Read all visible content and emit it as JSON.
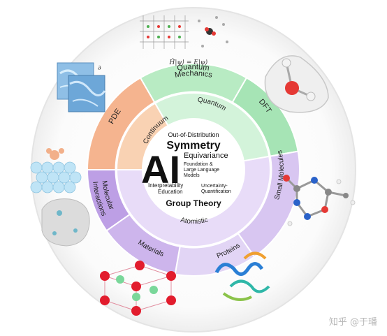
{
  "center": {
    "ai": "AI",
    "symmetry": "Symmetry",
    "ood": "Out-of-Distribution",
    "equivariance": "Equivariance",
    "foundation": [
      "Foundation &",
      "Large Language",
      "Models"
    ],
    "uncertainty": [
      "Uncertainty-",
      "Quantification"
    ],
    "interpretability": "Interpretability",
    "education": "Education",
    "group_theory": "Group Theory"
  },
  "inner_ring": {
    "continuum": "Continuum",
    "quantum": "Quantum",
    "atomistic": "Atomistic"
  },
  "outer_ring": {
    "pde": "PDE",
    "quantum_mechanics": [
      "Quantum",
      "Mechanics"
    ],
    "dft": "DFT",
    "small_molecules": "Small Molecules",
    "proteins": "Proteins",
    "materials": "Materials",
    "molecular_interactions": [
      "Molecular",
      "Interactions"
    ]
  },
  "equation": "Ĥ|ψ⟩ = E|ψ⟩",
  "pde_partial": "∂",
  "watermark": "知乎 @于璠",
  "colors": {
    "pde": "#f5b48f",
    "continuum": "#f9d2b3",
    "quantum_mechanics": "#b8ebc3",
    "quantum": "#d3f3da",
    "dft": "#a6e4b5",
    "small_molecules": "#d8c6f1",
    "proteins": "#e2d5f5",
    "materials": "#cdb5ec",
    "atomistic": "#e8dcf8",
    "molecular_interactions": "#bd9fe5"
  }
}
